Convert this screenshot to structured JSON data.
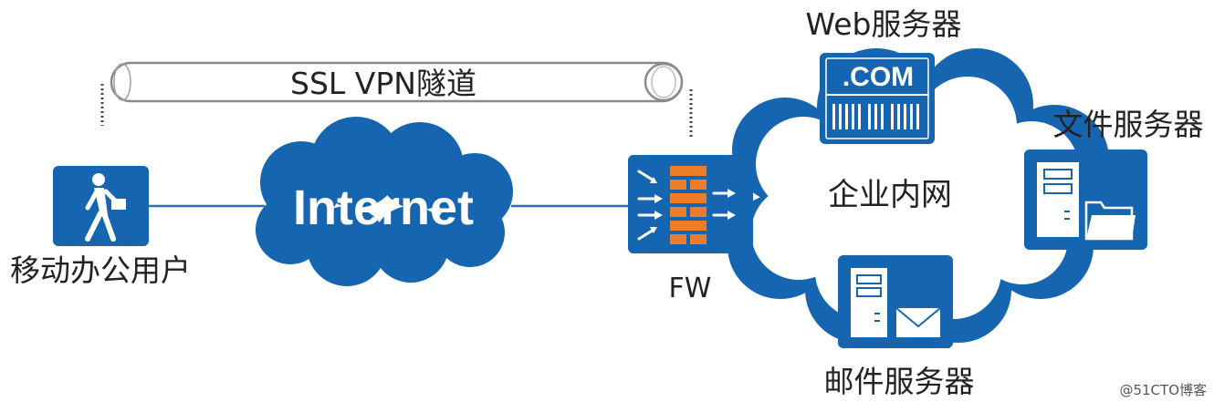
{
  "tunnel": {
    "label": "SSL VPN隧道"
  },
  "mobile_user": {
    "label": "移动办公用户",
    "icon": "walking-person-with-briefcase"
  },
  "internet": {
    "label": "Internet"
  },
  "firewall": {
    "label": "FW",
    "icon": "brick-firewall-icon"
  },
  "intranet": {
    "label": "企业内网"
  },
  "web_server": {
    "label": "Web服务器",
    "badge": ".COM",
    "icon": "web-server-icon"
  },
  "file_server": {
    "label": "文件服务器",
    "icon": "file-server-icon"
  },
  "mail_server": {
    "label": "邮件服务器",
    "icon": "mail-server-icon"
  },
  "watermark": "@51CTO博客",
  "colors": {
    "primary_blue": "#1565B0",
    "dark_blue": "#0D4F93",
    "firewall_orange": "#EE7D2A",
    "link": "#2C6FB8",
    "tunnel_border": "#8A8A8A"
  }
}
